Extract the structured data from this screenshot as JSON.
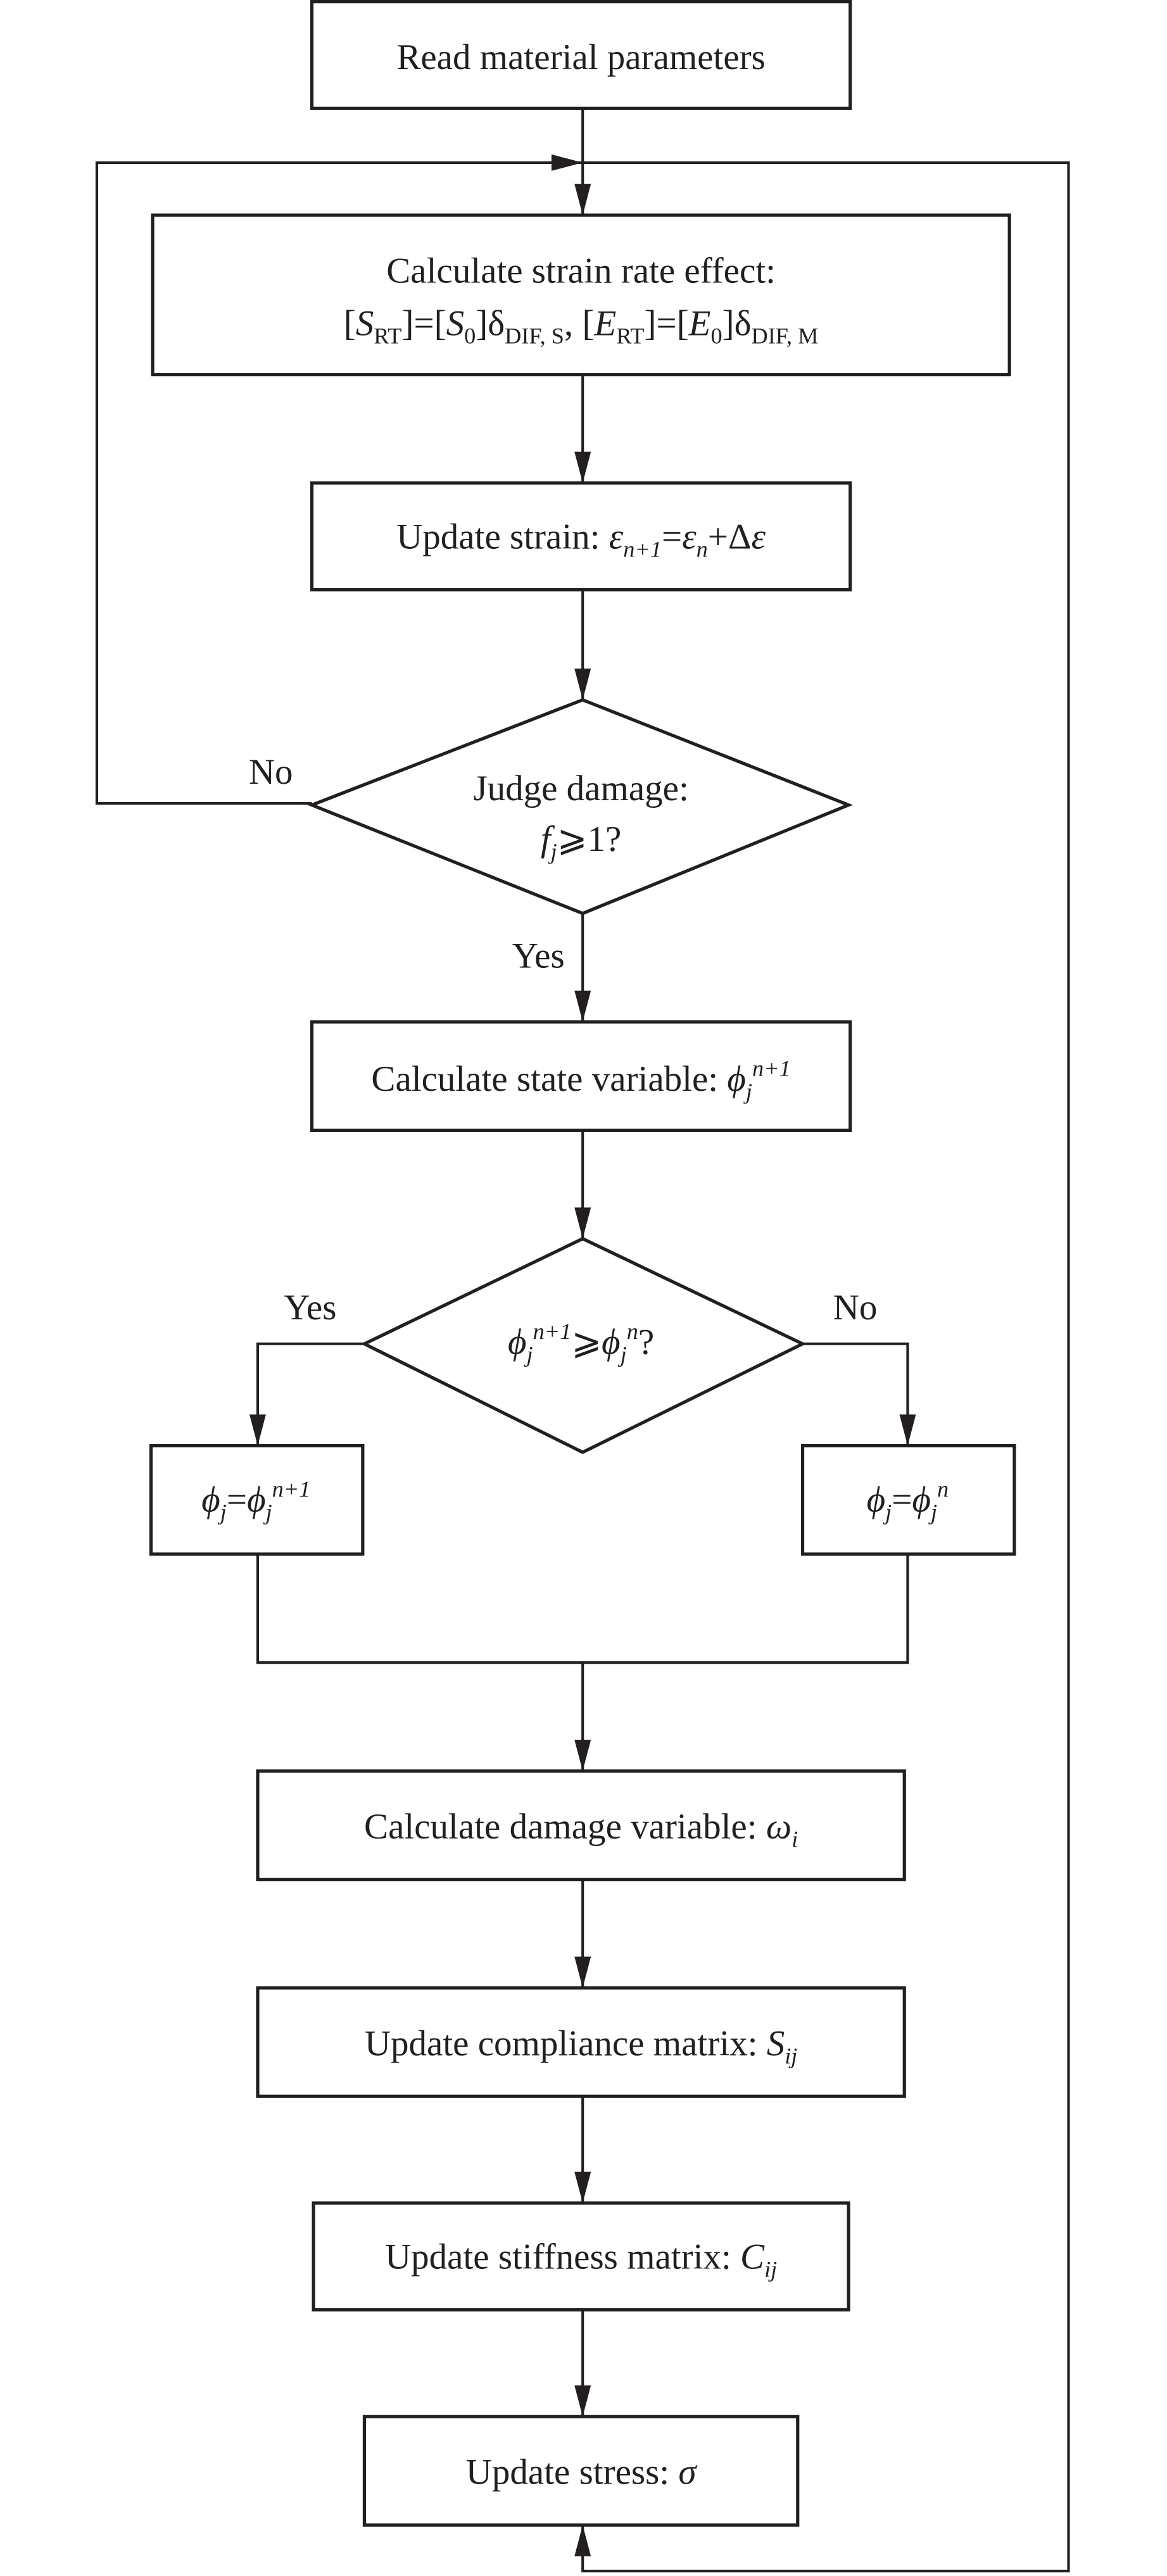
{
  "diagram": {
    "type": "flowchart",
    "nodes": {
      "read_params": {
        "label": "Read material parameters"
      },
      "strain_rate": {
        "line1": "Calculate strain rate effect:",
        "line2": {
          "l1": "[",
          "S1": "S",
          "s_RT1": "RT",
          "eq1": "]=[",
          "S0": "S",
          "s_01": "0",
          "d1": "]δ",
          "s_difs": "DIF, S",
          "comma": ", [",
          "E1": "E",
          "s_RT2": "RT",
          "eq2": "]=[",
          "E0": "E",
          "s_02": "0",
          "d2": "]δ",
          "s_difm": "DIF, M"
        }
      },
      "update_strain": {
        "prefix": "Update strain: ",
        "e1": "ε",
        "s1": "n+1",
        "eq": "=",
        "e2": "ε",
        "s2": "n",
        "plus": "+Δ",
        "e3": "ε"
      },
      "judge_damage": {
        "line1": "Judge damage:",
        "f": "f",
        "fsub": "j",
        "rest": "⩾1?"
      },
      "state_variable": {
        "prefix": "Calculate state variable: ",
        "phi": "ϕ",
        "sub": "j",
        "sup": "n+1"
      },
      "compare_phi": {
        "phi1": "ϕ",
        "sub1": "j",
        "sup1": "n+1",
        "op": "⩾",
        "phi2": "ϕ",
        "sub2": "j",
        "sup2": "n",
        "q": "?"
      },
      "phi_new": {
        "phi1": "ϕ",
        "sub1": "j",
        "eq": "=",
        "phi2": "ϕ",
        "sub2": "j",
        "sup2": "n+1"
      },
      "phi_old": {
        "phi1": "ϕ",
        "sub1": "j",
        "eq": "=",
        "phi2": "ϕ",
        "sub2": "j",
        "sup2": "n"
      },
      "damage_variable": {
        "prefix": "Calculate damage variable: ",
        "sym": "ω",
        "sub": "i"
      },
      "compliance": {
        "prefix": "Update compliance matrix: ",
        "sym": "S",
        "sub": "ij"
      },
      "stiffness": {
        "prefix": "Update stiffness matrix: ",
        "sym": "C",
        "sub": "ij"
      },
      "stress": {
        "prefix": "Update stress: ",
        "sym": "σ"
      }
    },
    "edge_labels": {
      "judge_no": "No",
      "judge_yes": "Yes",
      "compare_yes": "Yes",
      "compare_no": "No"
    },
    "colors": {
      "stroke": "#231f20",
      "background": "#ffffff"
    }
  }
}
